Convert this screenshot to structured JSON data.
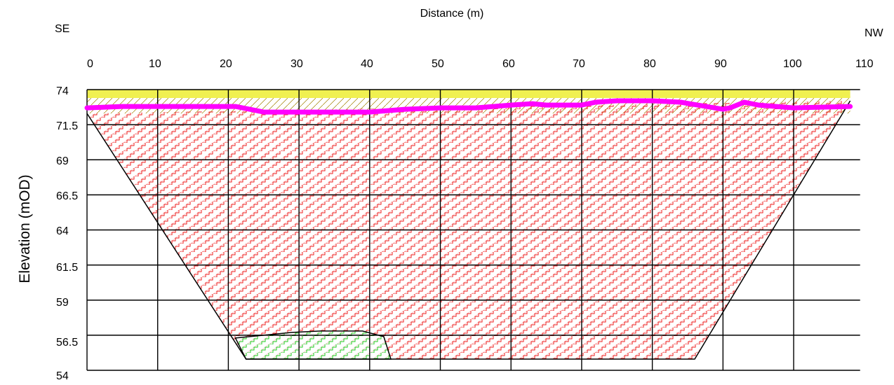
{
  "figure": {
    "x_axis_title": "Distance (m)",
    "y_axis_title": "Elevation (mOD)",
    "left_direction": "SE",
    "right_direction": "NW"
  },
  "chart_data": {
    "type": "cross-section",
    "xlabel": "Distance (m)",
    "ylabel": "Elevation (mOD)",
    "xlim": [
      0,
      110
    ],
    "ylim": [
      54,
      74
    ],
    "x_ticks": [
      "0",
      "10",
      "20",
      "30",
      "40",
      "50",
      "60",
      "70",
      "80",
      "90",
      "100",
      "110"
    ],
    "y_ticks": [
      "74",
      "71.5",
      "69",
      "66.5",
      "64",
      "61.5",
      "59",
      "56.5",
      "54"
    ],
    "grid": true,
    "colors": {
      "ground_line": "#ff00ff",
      "topsoil_fill": "#f0f050",
      "topsoil_band": "#c8c800",
      "main_fill": "#ee2222",
      "lens_fill": "#22cc22"
    },
    "ground_surface": {
      "x": [
        0,
        5,
        10,
        15,
        20,
        21,
        25,
        30,
        35,
        40,
        45,
        50,
        55,
        60,
        63,
        65,
        69,
        70,
        72,
        75,
        80,
        84,
        90,
        91,
        93,
        95,
        100,
        108
      ],
      "y": [
        72.7,
        72.8,
        72.8,
        72.8,
        72.8,
        72.8,
        72.4,
        72.4,
        72.4,
        72.4,
        72.6,
        72.7,
        72.7,
        72.9,
        73.0,
        72.9,
        72.9,
        72.9,
        73.1,
        73.2,
        73.2,
        73.1,
        72.6,
        72.7,
        73.1,
        72.9,
        72.7,
        72.8
      ]
    },
    "topsoil": {
      "top": 74.0,
      "band_bottom": 73.4,
      "base": 72.3
    },
    "excavation_outline": {
      "x": [
        0,
        22.5,
        86,
        108
      ],
      "y": [
        72.3,
        54.8,
        54.8,
        73.2
      ]
    },
    "lens": {
      "x": [
        21,
        25,
        29,
        33,
        37,
        38,
        39,
        42,
        43
      ],
      "y": [
        56.3,
        56.5,
        56.7,
        56.8,
        56.8,
        56.8,
        56.8,
        56.4,
        54.8
      ]
    }
  }
}
